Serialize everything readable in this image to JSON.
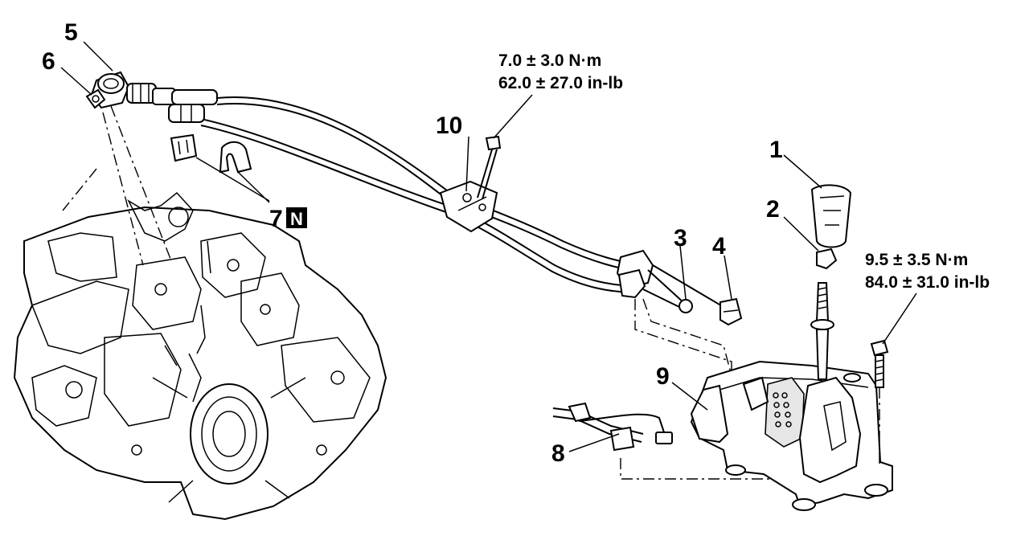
{
  "callouts": {
    "c1": "1",
    "c2": "2",
    "c3": "3",
    "c4": "4",
    "c5": "5",
    "c6": "6",
    "c7": "7",
    "c7_badge": "N",
    "c8": "8",
    "c9": "9",
    "c10": "10"
  },
  "torque_specs": {
    "bracket_bolt": {
      "metric": "7.0 ± 3.0 N·m",
      "imperial": "62.0 ± 27.0 in-lb"
    },
    "lever_bolt": {
      "metric": "9.5 ± 3.5 N·m",
      "imperial": "84.0 ± 31.0 in-lb"
    }
  }
}
